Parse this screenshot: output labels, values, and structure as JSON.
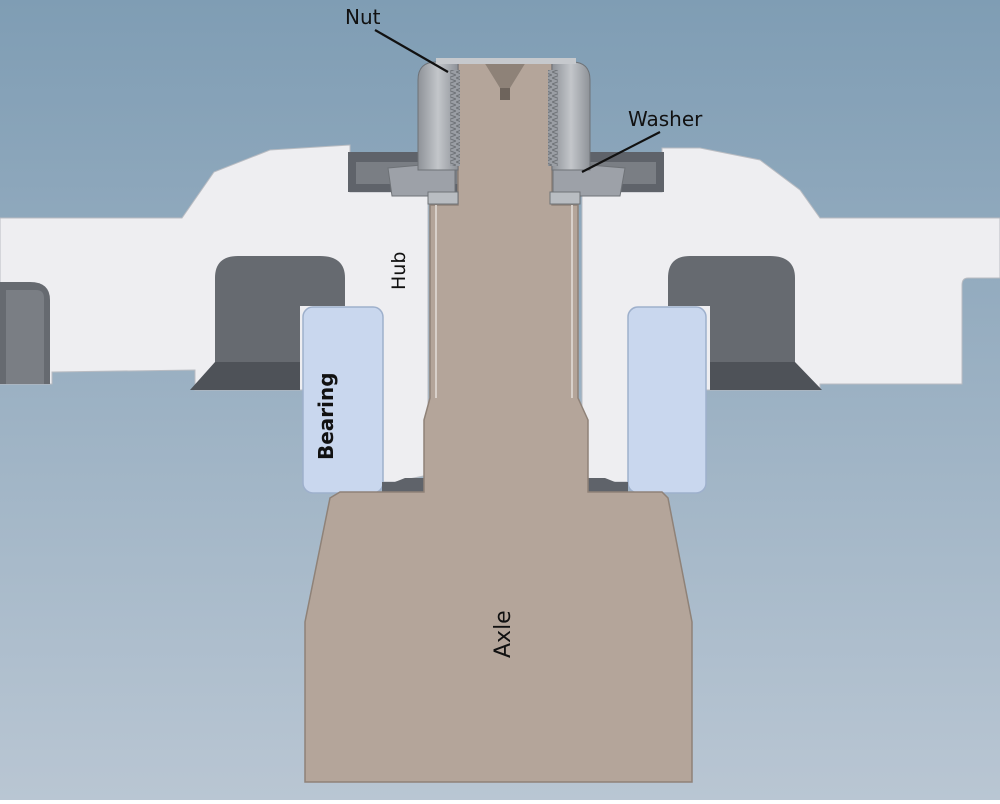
{
  "labels": {
    "nut": "Nut",
    "washer": "Washer",
    "hub": "Hub",
    "bearing": "Bearing",
    "axle": "Axle"
  },
  "colors": {
    "background_top": "#7f9db4",
    "background_bottom": "#b9c6d3",
    "hub": "#eeeef1",
    "hub_pocket": "#666a70",
    "bearing": "#c9d7ee",
    "axle": "#b4a59a",
    "nut": "#a3a7ad",
    "washer": "#9da1a8",
    "label_text": "#111111"
  }
}
